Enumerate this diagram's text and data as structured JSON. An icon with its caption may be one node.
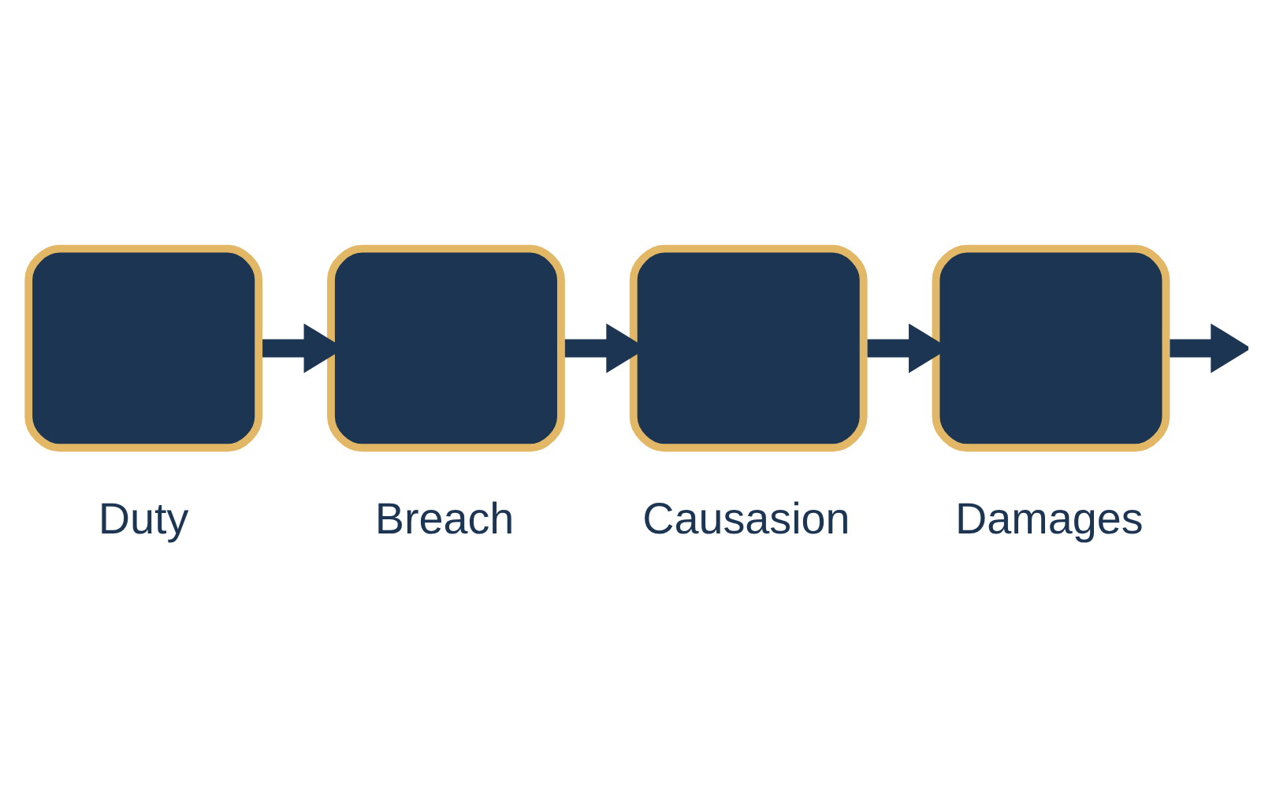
{
  "diagram": {
    "nodes": [
      {
        "text": [
          "Duty"
        ]
      },
      {
        "text": [
          "Breach"
        ]
      },
      {
        "text": [
          "Causasion"
        ]
      },
      {
        "text": [
          "Damages"
        ]
      }
    ],
    "edges": [
      {
        "from": 0,
        "to": 1,
        "arrow": "to"
      },
      {
        "from": 1,
        "to": 2,
        "arrow": "to"
      },
      {
        "from": 2,
        "to": 3,
        "arrow": "to"
      },
      {
        "from": 3,
        "to": null,
        "arrow": "to"
      }
    ]
  }
}
